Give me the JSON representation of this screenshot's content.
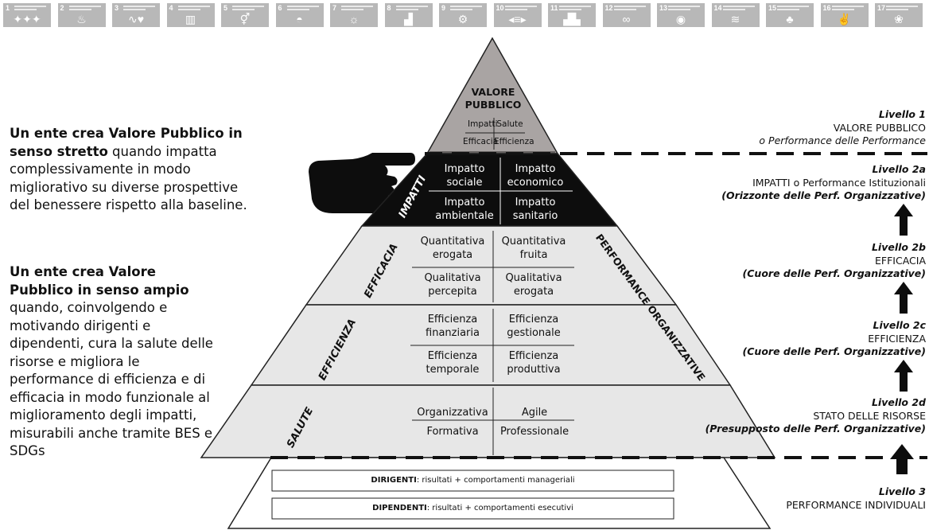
{
  "sdg_bar": {
    "icons": [
      {
        "num": "1",
        "glyph": "✦✦✦"
      },
      {
        "num": "2",
        "glyph": "♨"
      },
      {
        "num": "3",
        "glyph": "∿♥"
      },
      {
        "num": "4",
        "glyph": "▥"
      },
      {
        "num": "5",
        "glyph": "⚥"
      },
      {
        "num": "6",
        "glyph": "◓"
      },
      {
        "num": "7",
        "glyph": "☼"
      },
      {
        "num": "8",
        "glyph": "▟"
      },
      {
        "num": "9",
        "glyph": "⚙"
      },
      {
        "num": "10",
        "glyph": "◂≡▸"
      },
      {
        "num": "11",
        "glyph": "▟▙"
      },
      {
        "num": "12",
        "glyph": "∞"
      },
      {
        "num": "13",
        "glyph": "◉"
      },
      {
        "num": "14",
        "glyph": "≋"
      },
      {
        "num": "15",
        "glyph": "♣"
      },
      {
        "num": "16",
        "glyph": "✌"
      },
      {
        "num": "17",
        "glyph": "❀"
      }
    ]
  },
  "left_text_1": {
    "bold": "Un ente crea Valore Pubblico in senso stretto",
    "rest": " quando impatta complessivamente in modo migliorativo su diverse prospettive del benessere rispetto alla baseline."
  },
  "left_text_2": {
    "bold": "Un ente crea Valore Pubblico in senso ampio",
    "rest": " quando, coinvolgendo e motivando dirigenti e dipendenti, cura la salute delle risorse e migliora le performance di efficienza e di efficacia in modo funzionale al miglioramento degli impatti, misurabili anche tramite BES e SDGs"
  },
  "pyramid": {
    "apex": {
      "title_1": "VALORE",
      "title_2": "PUBBLICO",
      "cells": [
        "Impatti",
        "Salute",
        "Efficacia",
        "Efficienza"
      ]
    },
    "impatti": {
      "label": "IMPATTI",
      "cells": [
        "Impatto sociale",
        "Impatto economico",
        "Impatto ambientale",
        "Impatto sanitario"
      ]
    },
    "efficacia": {
      "label": "EFFICACIA",
      "cells": [
        "Quantitativa erogata",
        "Quantitativa fruita",
        "Qualitativa percepita",
        "Qualitativa erogata"
      ]
    },
    "efficienza": {
      "label": "EFFICIENZA",
      "cells": [
        "Efficienza finanziaria",
        "Efficienza gestionale",
        "Efficienza temporale",
        "Efficienza produttiva"
      ]
    },
    "salute": {
      "label": "SALUTE",
      "cells": [
        "Organizzativa",
        "Agile",
        "Formativa",
        "Professionale"
      ]
    },
    "side_label": "PERFORMANCE ORGANIZZATIVE",
    "base": {
      "dirigenti_bold": "DIRIGENTI",
      "dirigenti_rest": ": risultati + comportamenti manageriali",
      "dipendenti_bold": "DIPENDENTI",
      "dipendenti_rest": ": risultati + comportamenti esecutivi"
    }
  },
  "levels": {
    "l1": {
      "title": "Livello 1",
      "name": "VALORE PUBBLICO",
      "desc": "o Performance delle Performance"
    },
    "l2a": {
      "title": "Livello 2a",
      "name": "IMPATTI o Performance Istituzionali",
      "desc": "(Orizzonte delle Perf. Organizzative)"
    },
    "l2b": {
      "title": "Livello 2b",
      "name": "EFFICACIA",
      "desc": "(Cuore delle Perf. Organizzative)"
    },
    "l2c": {
      "title": "Livello 2c",
      "name": "EFFICIENZA",
      "desc": "(Cuore delle Perf. Organizzative)"
    },
    "l2d": {
      "title": "Livello 2d",
      "name": "STATO DELLE RISORSE",
      "desc": "(Presupposto delle Perf. Organizzative)"
    },
    "l3": {
      "title": "Livello 3",
      "name": "PERFORMANCE INDIVIDUALI"
    }
  },
  "colors": {
    "apex_fill": "#a9a4a3",
    "impatti_fill": "#0d0d0d",
    "band_fill": "#e7e7e7",
    "base_fill": "#ffffff",
    "sdg_fill": "#b8b8b8"
  }
}
